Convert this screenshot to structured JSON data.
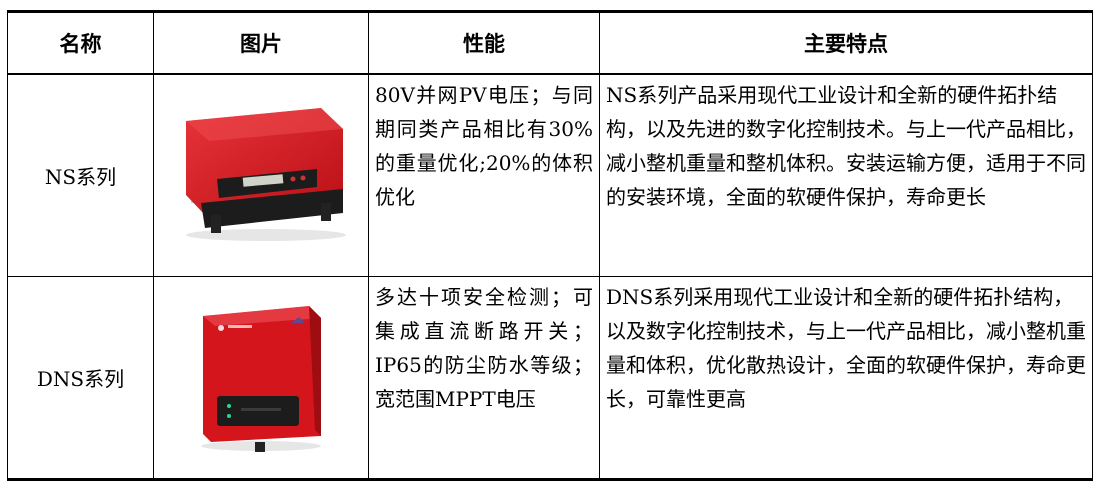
{
  "table": {
    "headers": [
      "名称",
      "图片",
      "性能",
      "主要特点"
    ],
    "rows": [
      {
        "name": "NS系列",
        "image_alt": "red-inverter-with-display",
        "performance": "80V并网PV电压；与同期同类产品相比有30%的重量优化;20%的体积优化",
        "features": "NS系列产品采用现代工业设计和全新的硬件拓扑结构，以及先进的数字化控制技术。与上一代产品相比，减小整机重量和整机体积。安装运输方便，适用于不同的安装环境，全面的软硬件保护，寿命更长"
      },
      {
        "name": "DNS系列",
        "image_alt": "red-inverter-with-indicator-panel",
        "performance": "多达十项安全检测；可集成直流断路开关；IP65的防尘防水等级；宽范围MPPT电压",
        "features": "DNS系列采用现代工业设计和全新的硬件拓扑结构，以及数字化控制技术，与上一代产品相比，减小整机重量和体积，优化散热设计，全面的软硬件保护，寿命更长，可靠性更高"
      }
    ]
  },
  "colors": {
    "product_red": "#d4161c",
    "panel_black": "#1c1c1c",
    "grey": "#9a9a9a"
  }
}
